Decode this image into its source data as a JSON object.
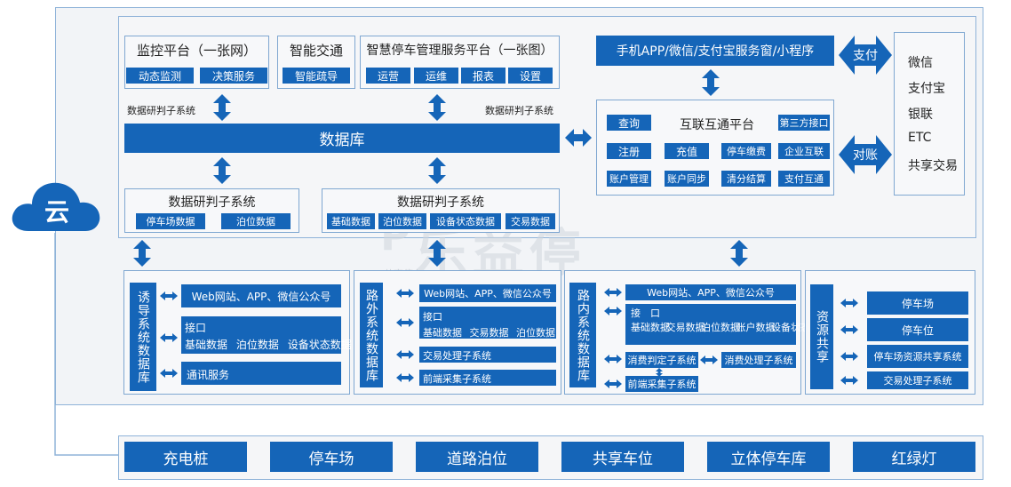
{
  "cloud": {
    "label": "云"
  },
  "monitor": {
    "title": "监控平台（一张网）",
    "items": [
      "动态监测",
      "决策服务"
    ]
  },
  "traffic": {
    "title": "智能交通",
    "items": [
      "智能疏导"
    ]
  },
  "parking_mgmt": {
    "title": "智慧停车管理服务平台（一张图）",
    "items": [
      "运营",
      "运维",
      "报表",
      "设置"
    ]
  },
  "subsys_label_left": "数据研判子系统",
  "subsys_label_right": "数据研判子系统",
  "database": {
    "label": "数据库"
  },
  "subsys_a": {
    "title": "数据研判子系统",
    "items": [
      "停车场数据",
      "泊位数据"
    ]
  },
  "subsys_b": {
    "title": "数据研判子系统",
    "items": [
      "基础数据",
      "泊位数据",
      "设备状态数据",
      "交易数据"
    ]
  },
  "app_bar": {
    "label": "手机APP/微信/支付宝服务窗/小程序"
  },
  "payment_label": "支付",
  "reconcile_label": "对账",
  "payment_methods": [
    "微信",
    "支付宝",
    "银联",
    "ETC",
    "共享交易"
  ],
  "interconnect": {
    "title": "互联互通平台",
    "items": [
      "查询",
      "第三方接口",
      "注册",
      "充值",
      "停车缴费",
      "企业互联",
      "账户管理",
      "账户同步",
      "清分结算",
      "支付互通"
    ]
  },
  "guide_db": {
    "title": "诱导系统数据库",
    "web": "Web网站、APP、微信公众号",
    "iface_title": "接口",
    "iface_items": [
      "基础数据",
      "泊位数据",
      "设备状态数据"
    ],
    "comm": "通讯服务"
  },
  "offroad_db": {
    "title": "路外系统数据库",
    "web": "Web网站、APP、微信公众号",
    "iface_title": "接口",
    "iface_items": [
      "基础数据",
      "交易数据",
      "泊位数据"
    ],
    "trade": "交易处理子系统",
    "front": "前端采集子系统"
  },
  "onroad_db": {
    "title": "路内系统数据库",
    "web": "Web网站、APP、微信公众号",
    "iface_title": "接　口",
    "iface_items": [
      "基础数据",
      "交易数据",
      "泊位数据",
      "账户数据",
      "设备状态数据"
    ],
    "consume_judge": "消费判定子系统",
    "consume_proc": "消费处理子系统",
    "front": "前端采集子系统"
  },
  "resource": {
    "title": "资源共享",
    "items": [
      "停车场",
      "停车位",
      "停车场资源共享系统",
      "交易处理子系统"
    ]
  },
  "bottom": [
    "充电桩",
    "停车场",
    "道路泊位",
    "共享车位",
    "立体停车库",
    "红绿灯"
  ],
  "colors": {
    "primary": "#1565b8",
    "frame": "#8fb3d9",
    "panel_bg": "#f7f8fa",
    "watermark": "#d0d6dd"
  },
  "watermark": {
    "text": "乐益停",
    "sub": "共享停车"
  }
}
